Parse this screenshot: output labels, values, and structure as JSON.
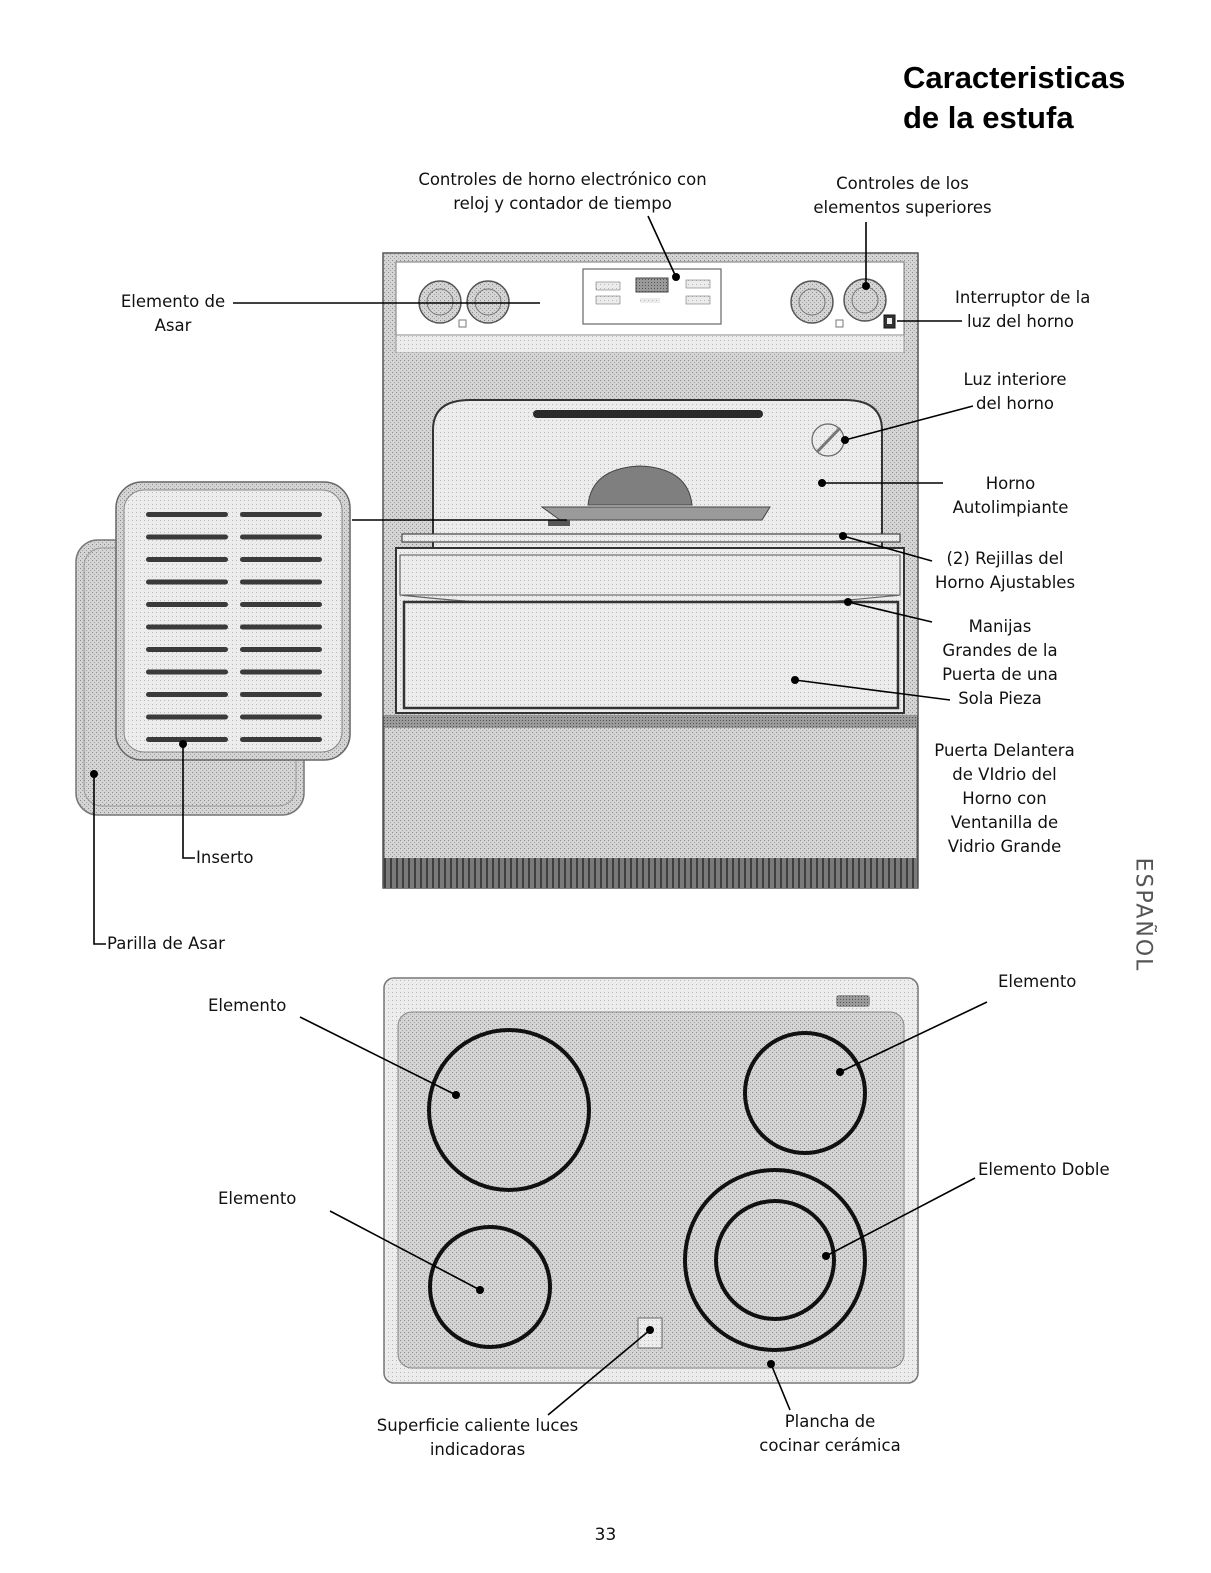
{
  "title": {
    "line1": "Caracteristicas",
    "line2": "de la estufa"
  },
  "side_tab": "ESPAÑOL",
  "page_number": "33",
  "oven_labels": {
    "electronic_controls": [
      "Controles de horno electrónico con",
      "reloj y contador de tiempo"
    ],
    "surface_controls": [
      "Controles de los",
      "elementos superiores"
    ],
    "light_switch": [
      "Interruptor de la",
      "luz del horno"
    ],
    "interior_light": [
      "Luz interiore",
      "del horno"
    ],
    "self_clean": [
      "Horno",
      "Autolimpiante"
    ],
    "racks": [
      "(2) Rejillas del",
      "Horno Ajustables"
    ],
    "handles": [
      "Manijas",
      "Grandes de la",
      "Puerta de una",
      "Sola Pieza"
    ],
    "door": [
      "Puerta Delantera",
      "de VIdrio del",
      "Horno con",
      "Ventanilla de",
      "Vidrio Grande"
    ],
    "broil_element": [
      "Elemento de",
      "Asar"
    ],
    "insert": "Inserto",
    "broil_pan": "Parilla de Asar"
  },
  "cooktop_labels": {
    "element_left_top": "Elemento",
    "element_left_bottom": "Elemento",
    "element_right_top": "Elemento",
    "dual_element": "Elemento Doble",
    "indicator_lights": [
      "Superficie caliente luces",
      "indicadoras"
    ],
    "ceramic_surface": [
      "Plancha de",
      "cocinar cerámica"
    ]
  }
}
